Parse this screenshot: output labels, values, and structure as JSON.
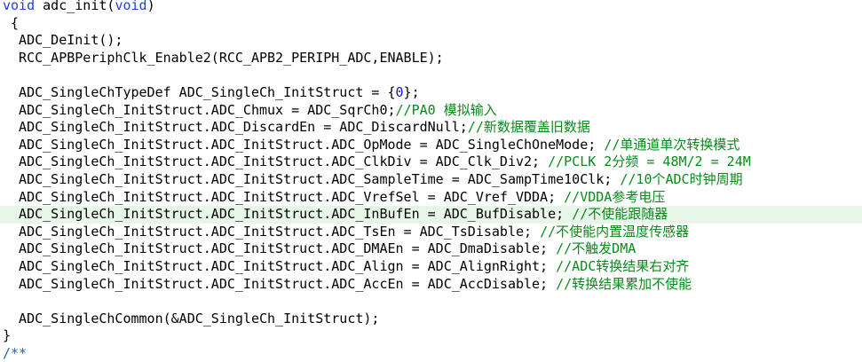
{
  "editor": {
    "current_line_color": "#e8f6ea",
    "keyword_color": "#1f3fd8",
    "comment_color": "#0a8a1a",
    "lines": [
      {
        "kind": "sig",
        "kw1": "void",
        "text": " adc_init(",
        "kw2": "void",
        "text2": ")"
      },
      {
        "kind": "code",
        "code": " {"
      },
      {
        "kind": "code",
        "code": "  ADC_DeInit();"
      },
      {
        "kind": "code",
        "code": "  RCC_APBPeriphClk_Enable2(RCC_APB2_PERIPH_ADC,ENABLE);"
      },
      {
        "kind": "blank"
      },
      {
        "kind": "num",
        "code": "  ADC_SingleChTypeDef ADC_SingleCh_InitStruct = {",
        "num": "0",
        "tail": "};"
      },
      {
        "kind": "cmt",
        "code": "  ADC_SingleCh_InitStruct.ADC_Chmux = ADC_SqrCh0;",
        "comment": "//PA0 模拟输入"
      },
      {
        "kind": "cmt",
        "code": "  ADC_SingleCh_InitStruct.ADC_DiscardEn = ADC_DiscardNull;",
        "comment": "//新数据覆盖旧数据"
      },
      {
        "kind": "cmt",
        "code": "  ADC_SingleCh_InitStruct.ADC_InitStruct.ADC_OpMode = ADC_SingleChOneMode; ",
        "comment": "//单通道单次转换模式"
      },
      {
        "kind": "cmt",
        "code": "  ADC_SingleCh_InitStruct.ADC_InitStruct.ADC_ClkDiv = ADC_Clk_Div2; ",
        "comment": "//PCLK 2分频 = 48M/2 = 24M"
      },
      {
        "kind": "cmt",
        "code": "  ADC_SingleCh_InitStruct.ADC_InitStruct.ADC_SampleTime = ADC_SampTime10Clk; ",
        "comment": "//10个ADC时钟周期"
      },
      {
        "kind": "cmt",
        "code": "  ADC_SingleCh_InitStruct.ADC_InitStruct.ADC_VrefSel = ADC_Vref_VDDA; ",
        "comment": "//VDDA参考电压"
      },
      {
        "kind": "cmt",
        "current": true,
        "code": "  ADC_SingleCh_InitStruct.ADC_InitStruct.ADC_InBufEn = ADC_BufDisable; ",
        "comment": "//不使能跟随器"
      },
      {
        "kind": "cmt",
        "code": "  ADC_SingleCh_InitStruct.ADC_InitStruct.ADC_TsEn = ADC_TsDisable; ",
        "comment": "//不使能内置温度传感器"
      },
      {
        "kind": "cmt",
        "code": "  ADC_SingleCh_InitStruct.ADC_InitStruct.ADC_DMAEn = ADC_DmaDisable; ",
        "comment": "//不触发DMA"
      },
      {
        "kind": "cmt",
        "code": "  ADC_SingleCh_InitStruct.ADC_InitStruct.ADC_Align = ADC_AlignRight; ",
        "comment": "//ADC转换结果右对齐"
      },
      {
        "kind": "cmt",
        "code": "  ADC_SingleCh_InitStruct.ADC_InitStruct.ADC_AccEn = ADC_AccDisable; ",
        "comment": "//转换结果累加不使能"
      },
      {
        "kind": "blank"
      },
      {
        "kind": "code",
        "code": "  ADC_SingleChCommon(&ADC_SingleCh_InitStruct);"
      },
      {
        "kind": "code",
        "code": "}"
      },
      {
        "kind": "doc",
        "comment": "/**"
      }
    ]
  }
}
